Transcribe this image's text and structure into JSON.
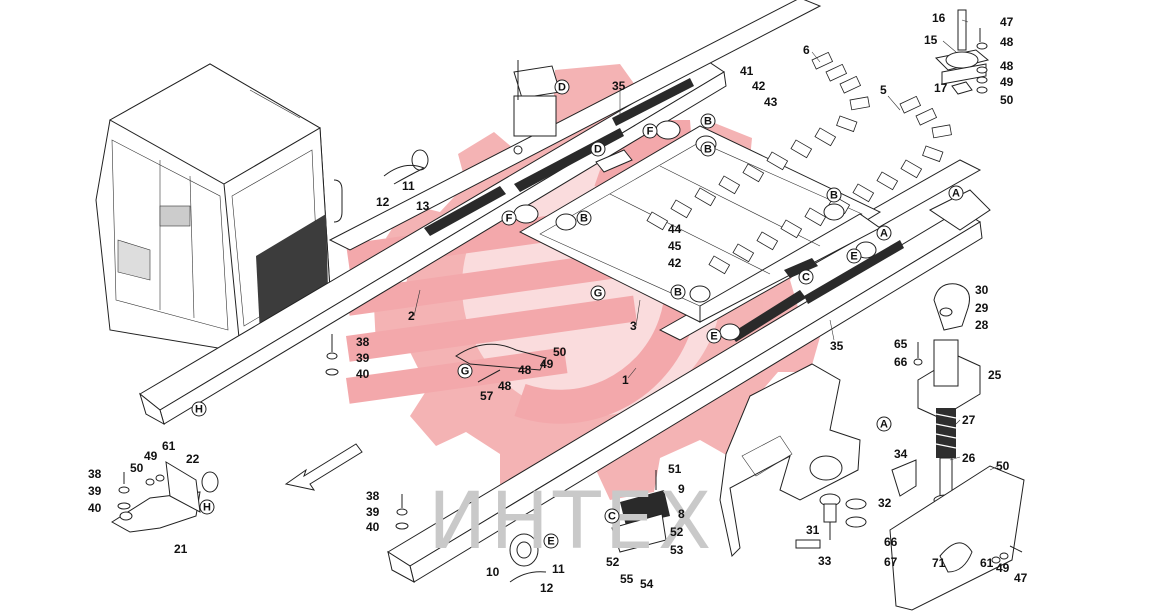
{
  "diagram": {
    "callouts": [
      {
        "id": "c16",
        "text": "16"
      },
      {
        "id": "c47a",
        "text": "47"
      },
      {
        "id": "c15",
        "text": "15"
      },
      {
        "id": "c48a",
        "text": "48"
      },
      {
        "id": "c48b",
        "text": "48"
      },
      {
        "id": "c49a",
        "text": "49"
      },
      {
        "id": "c17",
        "text": "17"
      },
      {
        "id": "c50a",
        "text": "50"
      },
      {
        "id": "c6",
        "text": "6"
      },
      {
        "id": "c41",
        "text": "41"
      },
      {
        "id": "c42a",
        "text": "42"
      },
      {
        "id": "c43",
        "text": "43"
      },
      {
        "id": "c35a",
        "text": "35"
      },
      {
        "id": "c5",
        "text": "5"
      },
      {
        "id": "c11a",
        "text": "11"
      },
      {
        "id": "c12a",
        "text": "12"
      },
      {
        "id": "c13",
        "text": "13"
      },
      {
        "id": "c44",
        "text": "44"
      },
      {
        "id": "c45",
        "text": "45"
      },
      {
        "id": "c42b",
        "text": "42"
      },
      {
        "id": "c2",
        "text": "2"
      },
      {
        "id": "c3",
        "text": "3"
      },
      {
        "id": "c35b",
        "text": "35"
      },
      {
        "id": "c38a",
        "text": "38"
      },
      {
        "id": "c39a",
        "text": "39"
      },
      {
        "id": "c40a",
        "text": "40"
      },
      {
        "id": "c50b",
        "text": "50"
      },
      {
        "id": "c49b",
        "text": "49"
      },
      {
        "id": "c48c",
        "text": "48"
      },
      {
        "id": "c48d",
        "text": "48"
      },
      {
        "id": "c57",
        "text": "57"
      },
      {
        "id": "c1",
        "text": "1"
      },
      {
        "id": "c30",
        "text": "30"
      },
      {
        "id": "c29",
        "text": "29"
      },
      {
        "id": "c28",
        "text": "28"
      },
      {
        "id": "c65",
        "text": "65"
      },
      {
        "id": "c66a",
        "text": "66"
      },
      {
        "id": "c25",
        "text": "25"
      },
      {
        "id": "c27",
        "text": "27"
      },
      {
        "id": "c34",
        "text": "34"
      },
      {
        "id": "c26",
        "text": "26"
      },
      {
        "id": "c50c",
        "text": "50"
      },
      {
        "id": "c32",
        "text": "32"
      },
      {
        "id": "c31",
        "text": "31"
      },
      {
        "id": "c33",
        "text": "33"
      },
      {
        "id": "c66b",
        "text": "66"
      },
      {
        "id": "c67",
        "text": "67"
      },
      {
        "id": "c71",
        "text": "71"
      },
      {
        "id": "c61a",
        "text": "61"
      },
      {
        "id": "c49c",
        "text": "49"
      },
      {
        "id": "c47b",
        "text": "47"
      },
      {
        "id": "c38b",
        "text": "38"
      },
      {
        "id": "c49d",
        "text": "49"
      },
      {
        "id": "c61b",
        "text": "61"
      },
      {
        "id": "c22",
        "text": "22"
      },
      {
        "id": "c50d",
        "text": "50"
      },
      {
        "id": "c39b",
        "text": "39"
      },
      {
        "id": "c40b",
        "text": "40"
      },
      {
        "id": "c21",
        "text": "21"
      },
      {
        "id": "c38c",
        "text": "38"
      },
      {
        "id": "c39c",
        "text": "39"
      },
      {
        "id": "c40c",
        "text": "40"
      },
      {
        "id": "c51",
        "text": "51"
      },
      {
        "id": "c9",
        "text": "9"
      },
      {
        "id": "c8",
        "text": "8"
      },
      {
        "id": "c52a",
        "text": "52"
      },
      {
        "id": "c53",
        "text": "53"
      },
      {
        "id": "c52b",
        "text": "52"
      },
      {
        "id": "c55",
        "text": "55"
      },
      {
        "id": "c54",
        "text": "54"
      },
      {
        "id": "c10",
        "text": "10"
      },
      {
        "id": "c11b",
        "text": "11"
      },
      {
        "id": "c12b",
        "text": "12"
      }
    ],
    "letter_markers": [
      {
        "id": "mB1",
        "text": "B"
      },
      {
        "id": "mD1",
        "text": "D"
      },
      {
        "id": "mD2",
        "text": "D"
      },
      {
        "id": "mF1",
        "text": "F"
      },
      {
        "id": "mB2",
        "text": "B"
      },
      {
        "id": "mB3",
        "text": "B"
      },
      {
        "id": "mF2",
        "text": "F"
      },
      {
        "id": "mB4",
        "text": "B"
      },
      {
        "id": "mA1",
        "text": "A"
      },
      {
        "id": "mA2",
        "text": "A"
      },
      {
        "id": "mE1",
        "text": "E"
      },
      {
        "id": "mC1",
        "text": "C"
      },
      {
        "id": "mG1",
        "text": "G"
      },
      {
        "id": "mB5",
        "text": "B"
      },
      {
        "id": "mE2",
        "text": "E"
      },
      {
        "id": "mH1",
        "text": "H"
      },
      {
        "id": "mG2",
        "text": "G"
      },
      {
        "id": "mA3",
        "text": "A"
      },
      {
        "id": "mH2",
        "text": "H"
      },
      {
        "id": "mC2",
        "text": "C"
      },
      {
        "id": "mE3",
        "text": "E"
      }
    ],
    "watermark": {
      "text": "ИНТЕХ",
      "color": "#f3a6a8"
    }
  }
}
